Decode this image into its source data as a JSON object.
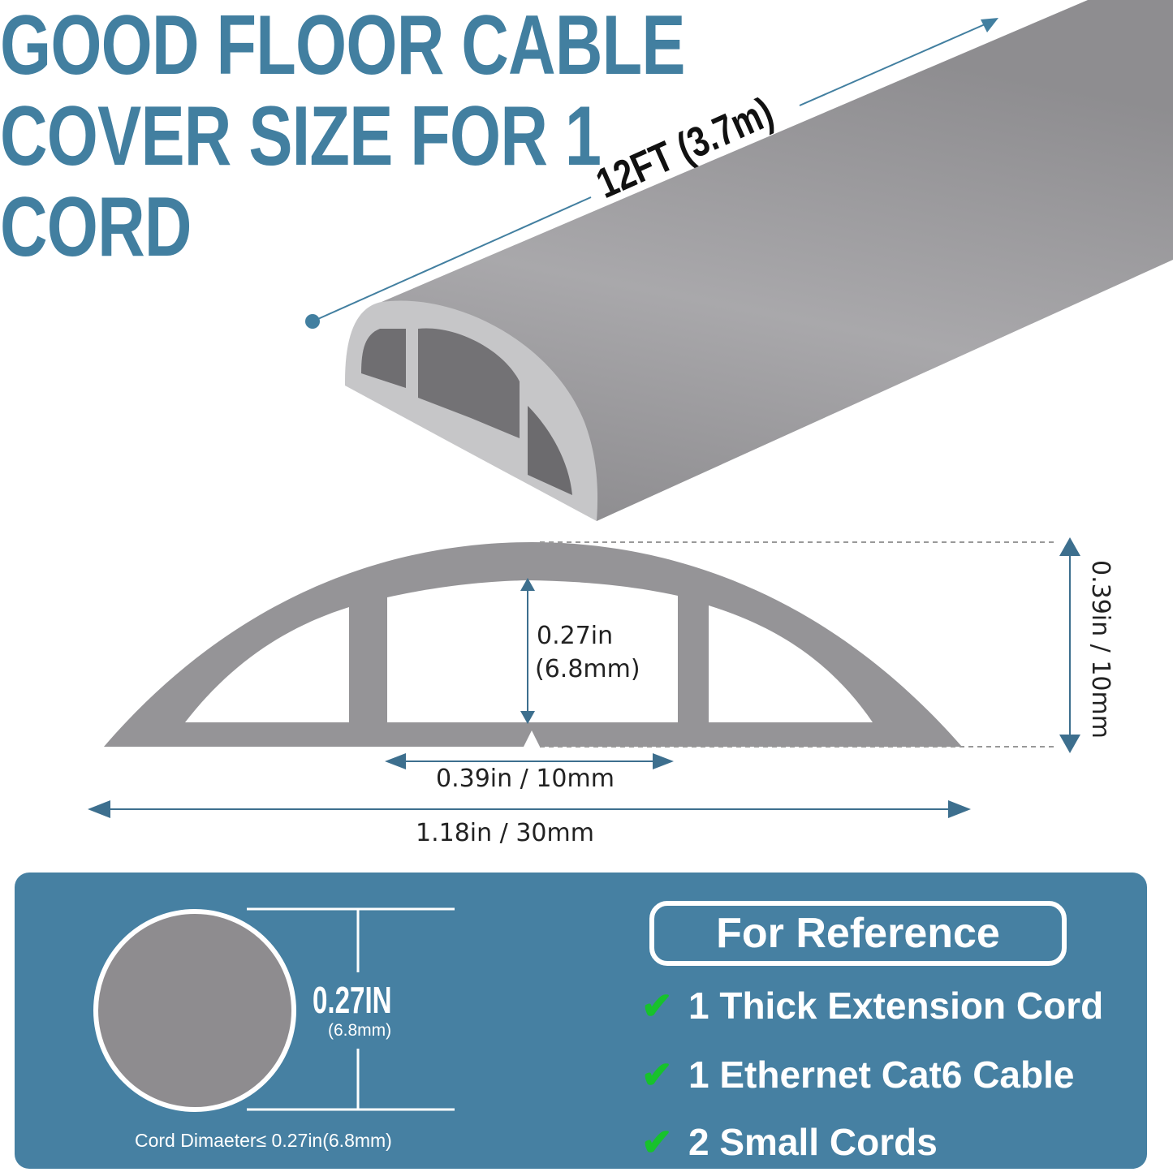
{
  "title": {
    "lines": [
      "GOOD FLOOR CABLE",
      "COVER SIZE FOR  1",
      "CORD"
    ]
  },
  "length_label": "12FT (3.7m)",
  "cross_section": {
    "channel_height": "0.27in",
    "channel_height_mm": "(6.8mm)",
    "total_height": "0.39in / 10mm",
    "channel_width": "0.39in / 10mm",
    "total_width": "1.18in / 30mm"
  },
  "reference_panel": {
    "diameter_big": "0.27IN",
    "diameter_small": "(6.8mm)",
    "cord_note": "Cord Dimaeter≤ 0.27in(6.8mm)",
    "heading": "For Reference",
    "items": [
      {
        "icon": "check-icon",
        "label": "1 Thick Extension Cord"
      },
      {
        "icon": "check-icon",
        "label": "1 Ethernet Cat6 Cable"
      },
      {
        "icon": "check-icon",
        "label": "2 Small Cords"
      }
    ]
  },
  "colors": {
    "brand_blue": "#427fa0",
    "panel_blue": "#4680a2",
    "cover_gray": "#959497",
    "check_green": "#17c22c"
  }
}
